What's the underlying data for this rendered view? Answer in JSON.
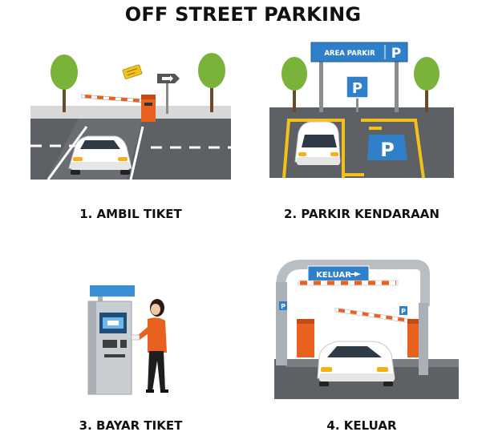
{
  "title": "OFF STREET PARKING",
  "steps": [
    {
      "label": "1. AMBIL TIKET"
    },
    {
      "label": "2. PARKIR KENDARAAN"
    },
    {
      "label": "3. BAYAR TIKET"
    },
    {
      "label": "4. KELUAR"
    }
  ],
  "signs": {
    "area_parkir": "AREA PARKIR",
    "parking_letter": "P",
    "keluar": "KELUAR"
  },
  "colors": {
    "asphalt": "#5d6064",
    "barrier_orange": "#e8611f",
    "sign_blue": "#2f80c8",
    "tree_green": "#7ab33a",
    "line_yellow": "#f3c21a"
  }
}
